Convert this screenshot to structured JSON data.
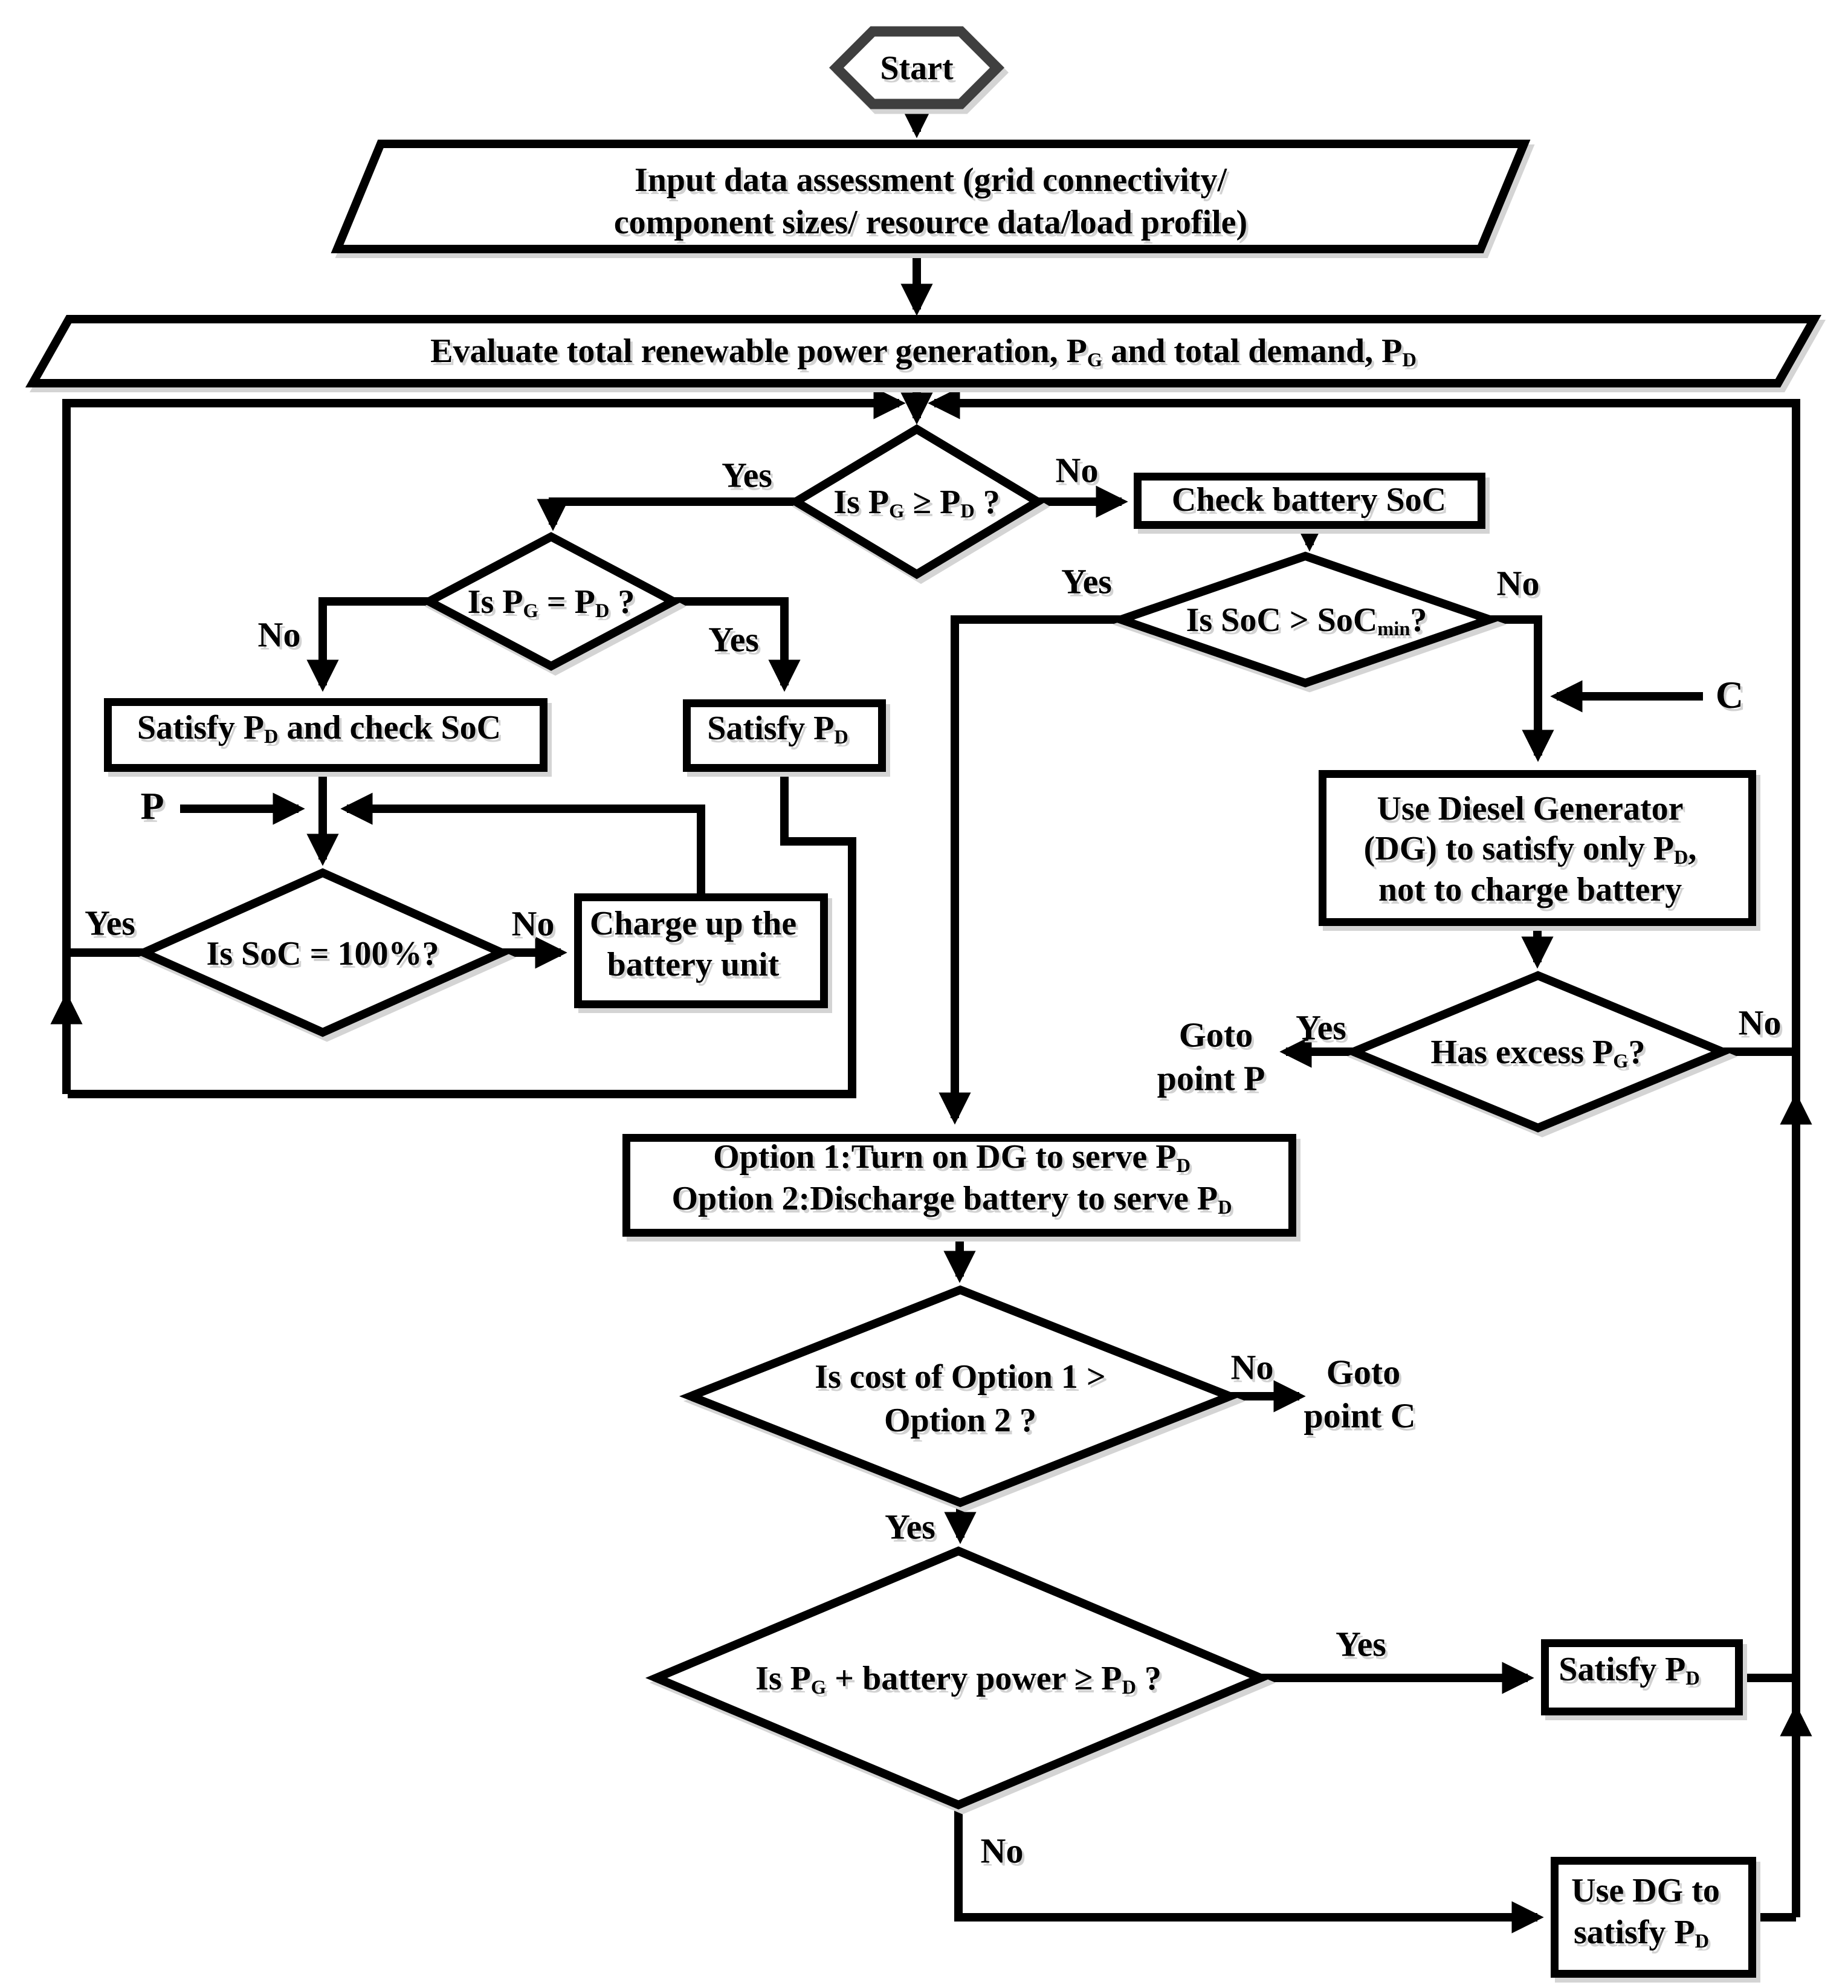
{
  "colors": {
    "line": "#000000",
    "start_border": "#3f3f3f",
    "shape_fill": "#ffffff",
    "shadow": "#d4d4d4",
    "background": "#ffffff"
  },
  "nodes": {
    "start": {
      "label": "Start"
    },
    "input_data": {
      "line1": "Input data assessment (grid connectivity/",
      "line2": "component sizes/ resource data/load profile)"
    },
    "evaluate": {
      "parts": [
        {
          "t": "Evaluate total renewable power generation, P"
        },
        {
          "t": "G",
          "s": true
        },
        {
          "t": " and total demand, P"
        },
        {
          "t": "D",
          "s": true
        }
      ]
    },
    "is_pg_ge_pd": {
      "parts": [
        {
          "t": "Is P"
        },
        {
          "t": "G",
          "s": true
        },
        {
          "t": " ≥ P"
        },
        {
          "t": "D",
          "s": true
        },
        {
          "t": " ?"
        }
      ],
      "yes": "Yes",
      "no": "No"
    },
    "check_battery_soc": {
      "label": "Check battery SoC"
    },
    "is_soc_gt_socmin": {
      "parts": [
        {
          "t": "Is SoC > SoC"
        },
        {
          "t": "min",
          "s": true
        },
        {
          "t": "?"
        }
      ],
      "yes": "Yes",
      "no": "No"
    },
    "use_dg_only_pd": {
      "line1": "Use Diesel Generator",
      "line2_parts": [
        {
          "t": "(DG) to satisfy only P"
        },
        {
          "t": "D",
          "s": true
        },
        {
          "t": ","
        }
      ],
      "line3": "not to charge battery"
    },
    "has_excess_pg": {
      "parts": [
        {
          "t": "Has excess P"
        },
        {
          "t": "G",
          "s": true
        },
        {
          "t": "?"
        }
      ],
      "yes": "Yes",
      "no": "No"
    },
    "goto_point_p": {
      "line1": "Goto",
      "line2": "point P"
    },
    "is_pg_eq_pd": {
      "parts": [
        {
          "t": "Is P"
        },
        {
          "t": "G",
          "s": true
        },
        {
          "t": " = P"
        },
        {
          "t": "D",
          "s": true
        },
        {
          "t": " ?"
        }
      ],
      "yes": "Yes",
      "no": "No"
    },
    "satisfy_pd_check_soc": {
      "parts": [
        {
          "t": "Satisfy P"
        },
        {
          "t": "D",
          "s": true
        },
        {
          "t": " and check SoC"
        }
      ]
    },
    "satisfy_pd_upper": {
      "parts": [
        {
          "t": "Satisfy P"
        },
        {
          "t": "D",
          "s": true
        }
      ]
    },
    "is_soc_100": {
      "label": "Is SoC = 100%?",
      "yes": "Yes",
      "no": "No"
    },
    "charge_battery": {
      "line1": "Charge up the",
      "line2": "battery unit"
    },
    "options": {
      "line1_parts": [
        {
          "t": "Option 1:Turn on DG to serve P"
        },
        {
          "t": "D",
          "s": true
        }
      ],
      "line2_parts": [
        {
          "t": "Option 2:Discharge battery to serve P"
        },
        {
          "t": "D",
          "s": true
        }
      ]
    },
    "is_cost_opt1_gt_opt2": {
      "line1": "Is cost of Option 1 >",
      "line2": "Option 2 ?",
      "yes": "Yes",
      "no": "No"
    },
    "goto_point_c": {
      "line1": "Goto",
      "line2": "point C"
    },
    "is_pg_batt_ge_pd": {
      "parts": [
        {
          "t": "Is P"
        },
        {
          "t": "G",
          "s": true
        },
        {
          "t": " + battery power ≥ P"
        },
        {
          "t": "D",
          "s": true
        },
        {
          "t": " ?"
        }
      ],
      "yes": "Yes",
      "no": "No"
    },
    "satisfy_pd_bottom": {
      "parts": [
        {
          "t": "Satisfy P"
        },
        {
          "t": "D",
          "s": true
        }
      ]
    },
    "use_dg_satisfy_pd": {
      "line1": "Use DG to",
      "line2_parts": [
        {
          "t": "satisfy P"
        },
        {
          "t": "D",
          "s": true
        }
      ]
    },
    "point_p": {
      "label": "P"
    },
    "point_c": {
      "label": "C"
    }
  }
}
